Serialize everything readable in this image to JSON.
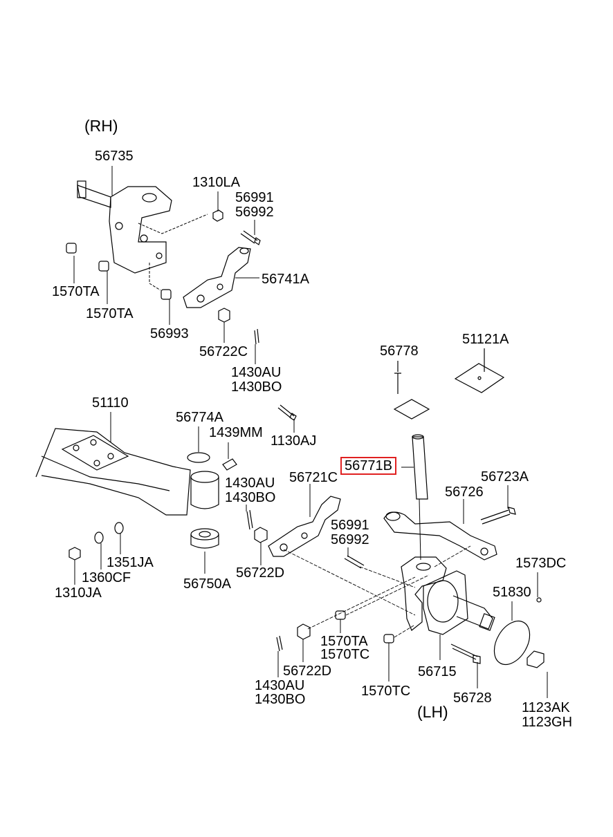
{
  "diagram": {
    "sides": {
      "rh": "(RH)",
      "lh": "(LH)"
    },
    "highlight_color": "#e02020",
    "parts": {
      "p56735": "56735",
      "p1310LA": "1310LA",
      "p56991_rh": "56991",
      "p56992_rh": "56992",
      "p56741A": "56741A",
      "p1570TA_a": "1570TA",
      "p1570TA_b": "1570TA",
      "p56993": "56993",
      "p56722C": "56722C",
      "p1430AU_a": "1430AU",
      "p1430BO_a": "1430BO",
      "p56778": "56778",
      "p51121A": "51121A",
      "p51110": "51110",
      "p56774A": "56774A",
      "p1439MM": "1439MM",
      "p1130AJ": "1130AJ",
      "p56771B": "56771B",
      "p56721C": "56721C",
      "p56723A": "56723A",
      "p1430AU_b": "1430AU",
      "p1430BO_b": "1430BO",
      "p56726": "56726",
      "p56991_lh": "56991",
      "p56992_lh": "56992",
      "p1351JA": "1351JA",
      "p1573DC": "1573DC",
      "p1360CF": "1360CF",
      "p56722D_a": "56722D",
      "p51830": "51830",
      "p1310JA": "1310JA",
      "p56750A": "56750A",
      "p1570TA_c": "1570TA",
      "p1570TC_a": "1570TC",
      "p56722D_b": "56722D",
      "p56715": "56715",
      "p1430AU_c": "1430AU",
      "p1430BO_c": "1430BO",
      "p1570TC_b": "1570TC",
      "p56728": "56728",
      "p1123AK": "1123AK",
      "p1123GH": "1123GH"
    }
  }
}
